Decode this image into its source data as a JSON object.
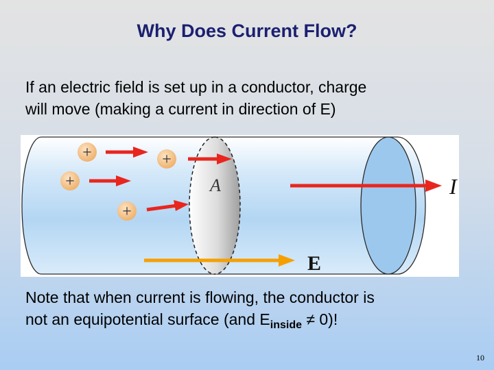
{
  "slide": {
    "title": "Why Does Current Flow?",
    "intro_line1": "If an electric field is set up in a conductor, charge",
    "intro_line2": "will move (making a current in direction of E)",
    "note_line1": "Note that when current is flowing, the conductor is",
    "note_line2_pre": "not an equipotential surface (and E",
    "note_line2_sub": "inside",
    "note_line2_post": " ≠ 0)!",
    "page_number": "10"
  },
  "diagram": {
    "charge_symbol": "+",
    "area_label": "A",
    "current_label": "I",
    "field_label": "E",
    "colors": {
      "arrow_red": "#e8261e",
      "field_arrow": "#f5a000",
      "charge_fill": "#f3c48a",
      "cylinder_blue": "#b9d9f5",
      "end_cap": "#9dc8ee"
    }
  }
}
